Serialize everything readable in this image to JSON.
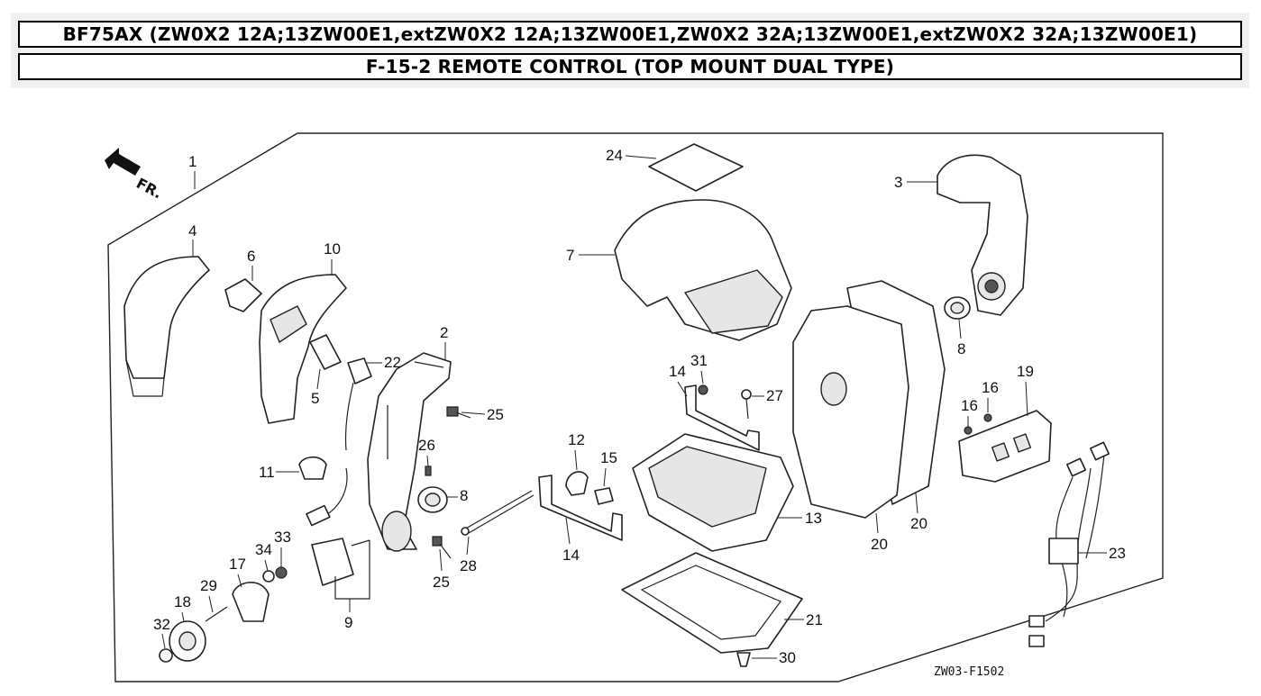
{
  "header": {
    "model_line": "BF75AX (ZW0X2 12A;13ZW00E1,extZW0X2 12A;13ZW00E1,ZW0X2 32A;13ZW00E1,extZW0X2 32A;13ZW00E1)",
    "section_line": "F-15-2 REMOTE CONTROL (TOP MOUNT DUAL TYPE)"
  },
  "diagram": {
    "direction_label": "FR.",
    "drawing_code": "ZW03-F1502",
    "callouts": [
      "1",
      "2",
      "3",
      "4",
      "5",
      "6",
      "7",
      "8",
      "8",
      "9",
      "10",
      "11",
      "12",
      "13",
      "14",
      "14",
      "15",
      "16",
      "16",
      "17",
      "18",
      "19",
      "20",
      "20",
      "21",
      "22",
      "23",
      "24",
      "25",
      "25",
      "26",
      "27",
      "28",
      "29",
      "30",
      "31",
      "32",
      "33",
      "34"
    ]
  }
}
